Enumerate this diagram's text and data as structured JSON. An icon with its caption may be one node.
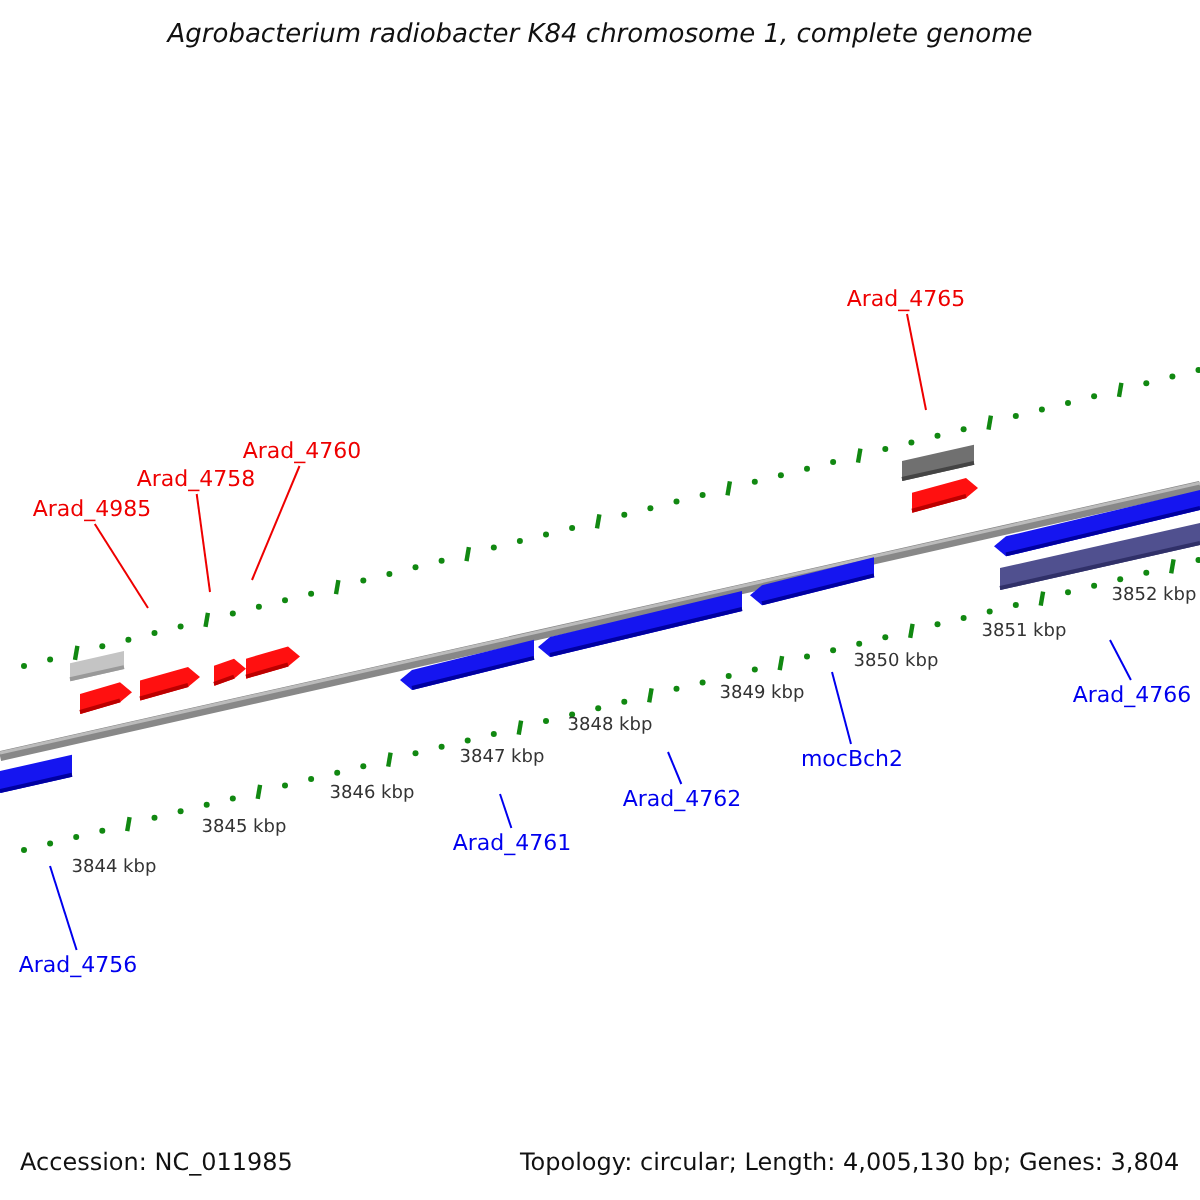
{
  "diagram": {
    "title": "Agrobacterium radiobacter K84 chromosome 1, complete genome",
    "nodes": [
      {
        "text": [
          "Arad_4765"
        ]
      },
      {
        "text": [
          "Arad_4760"
        ]
      },
      {
        "text": [
          "Arad_4758"
        ]
      },
      {
        "text": [
          "Arad_4985"
        ]
      },
      {
        "text": [
          "Arad_4766"
        ]
      },
      {
        "text": [
          "mocBch2"
        ]
      },
      {
        "text": [
          "Arad_4762"
        ]
      },
      {
        "text": [
          "Arad_4761"
        ]
      },
      {
        "text": [
          "Arad_4756"
        ]
      }
    ],
    "edges": [
      {
        "from": 0,
        "to": null,
        "arrow": "none",
        "color": "#ee0000"
      },
      {
        "from": 1,
        "to": null,
        "arrow": "none",
        "color": "#ee0000"
      },
      {
        "from": 2,
        "to": null,
        "arrow": "none",
        "color": "#ee0000"
      },
      {
        "from": 3,
        "to": null,
        "arrow": "none",
        "color": "#ee0000"
      },
      {
        "from": 4,
        "to": null,
        "arrow": "none"
      },
      {
        "from": 5,
        "to": null,
        "arrow": "none"
      },
      {
        "from": 6,
        "to": null,
        "arrow": "none"
      },
      {
        "from": 7,
        "to": null,
        "arrow": "none"
      },
      {
        "from": 8,
        "to": null,
        "arrow": "none"
      }
    ],
    "labels": [
      "3852 kbp",
      "3851 kbp",
      "3850 kbp",
      "3849 kbp",
      "3848 kbp",
      "3847 kbp",
      "3846 kbp",
      "3845 kbp",
      "3844 kbp",
      "Accession: NC_011985",
      "Topology: circular; Length: 4,005,130 bp; Genes: 3,804"
    ]
  }
}
